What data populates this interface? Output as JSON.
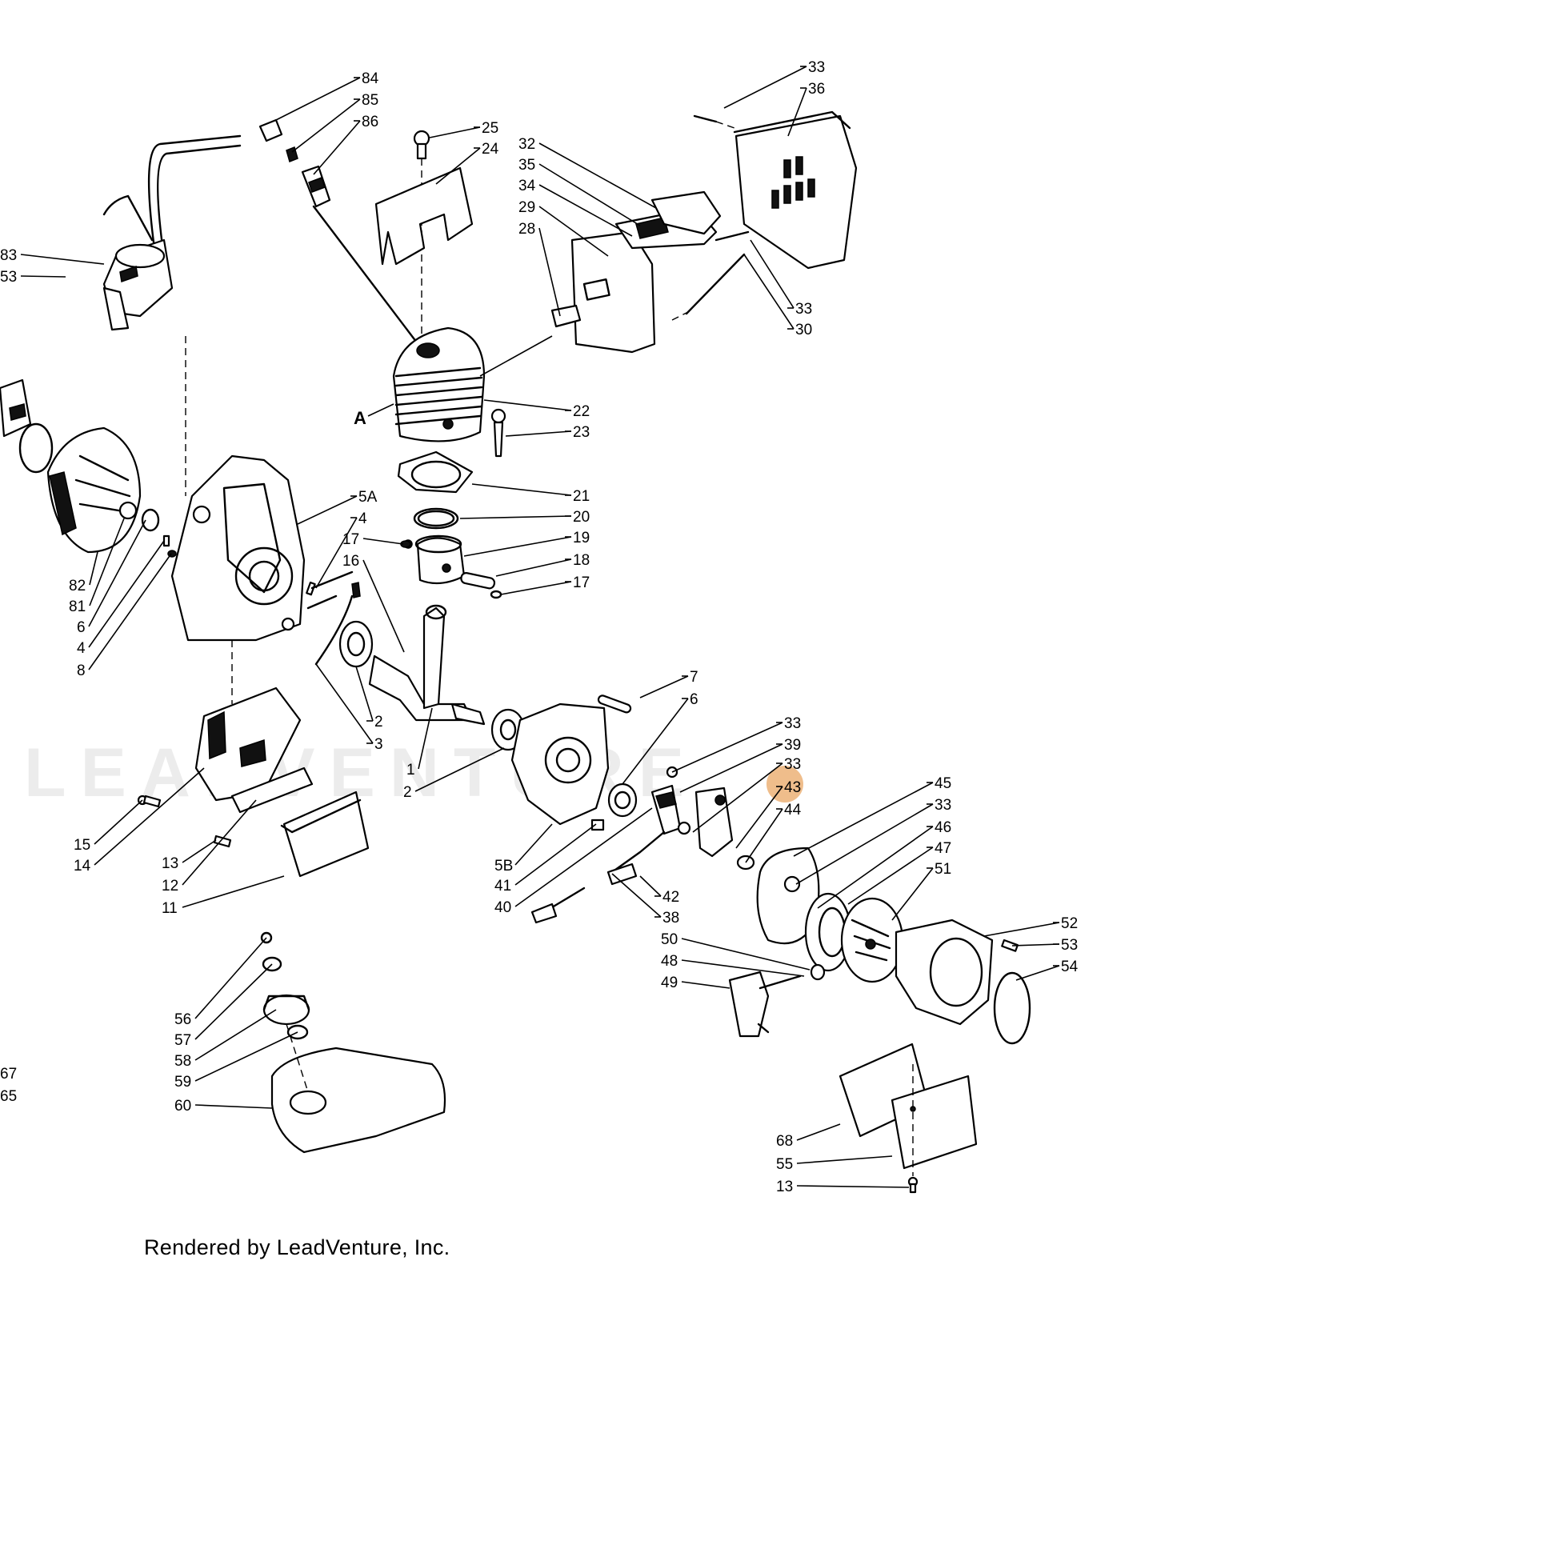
{
  "diagram": {
    "caption": "Rendered by LeadVenture, Inc.",
    "watermark": "LEADVENTURE",
    "letter_a": "A",
    "highlight": {
      "color": "#E8A15A",
      "part": "43"
    },
    "callouts": [
      {
        "id": "84",
        "text": "84"
      },
      {
        "id": "85",
        "text": "85"
      },
      {
        "id": "86",
        "text": "86"
      },
      {
        "id": "25",
        "text": "25"
      },
      {
        "id": "24",
        "text": "24"
      },
      {
        "id": "33a",
        "text": "33"
      },
      {
        "id": "36",
        "text": "36"
      },
      {
        "id": "32",
        "text": "32"
      },
      {
        "id": "35",
        "text": "35"
      },
      {
        "id": "34",
        "text": "34"
      },
      {
        "id": "29",
        "text": "29"
      },
      {
        "id": "28",
        "text": "28"
      },
      {
        "id": "33b",
        "text": "33"
      },
      {
        "id": "30",
        "text": "30"
      },
      {
        "id": "83",
        "text": "83"
      },
      {
        "id": "53a",
        "text": "53"
      },
      {
        "id": "22",
        "text": "22"
      },
      {
        "id": "23",
        "text": "23"
      },
      {
        "id": "21",
        "text": "21"
      },
      {
        "id": "20",
        "text": "20"
      },
      {
        "id": "19",
        "text": "19"
      },
      {
        "id": "18",
        "text": "18"
      },
      {
        "id": "17a",
        "text": "17"
      },
      {
        "id": "17b",
        "text": "17"
      },
      {
        "id": "16",
        "text": "16"
      },
      {
        "id": "5A",
        "text": "5A"
      },
      {
        "id": "4a",
        "text": "4"
      },
      {
        "id": "82",
        "text": "82"
      },
      {
        "id": "81",
        "text": "81"
      },
      {
        "id": "6a",
        "text": "6"
      },
      {
        "id": "4b",
        "text": "4"
      },
      {
        "id": "8",
        "text": "8"
      },
      {
        "id": "2a",
        "text": "2"
      },
      {
        "id": "3",
        "text": "3"
      },
      {
        "id": "1",
        "text": "1"
      },
      {
        "id": "2b",
        "text": "2"
      },
      {
        "id": "7",
        "text": "7"
      },
      {
        "id": "6b",
        "text": "6"
      },
      {
        "id": "33c",
        "text": "33"
      },
      {
        "id": "39",
        "text": "39"
      },
      {
        "id": "33d",
        "text": "33"
      },
      {
        "id": "43",
        "text": "43"
      },
      {
        "id": "44",
        "text": "44"
      },
      {
        "id": "45",
        "text": "45"
      },
      {
        "id": "33e",
        "text": "33"
      },
      {
        "id": "46",
        "text": "46"
      },
      {
        "id": "47",
        "text": "47"
      },
      {
        "id": "51",
        "text": "51"
      },
      {
        "id": "15",
        "text": "15"
      },
      {
        "id": "14",
        "text": "14"
      },
      {
        "id": "13a",
        "text": "13"
      },
      {
        "id": "12",
        "text": "12"
      },
      {
        "id": "11",
        "text": "11"
      },
      {
        "id": "5B",
        "text": "5B"
      },
      {
        "id": "41",
        "text": "41"
      },
      {
        "id": "40",
        "text": "40"
      },
      {
        "id": "42",
        "text": "42"
      },
      {
        "id": "38",
        "text": "38"
      },
      {
        "id": "50",
        "text": "50"
      },
      {
        "id": "48",
        "text": "48"
      },
      {
        "id": "49",
        "text": "49"
      },
      {
        "id": "52",
        "text": "52"
      },
      {
        "id": "53b",
        "text": "53"
      },
      {
        "id": "54",
        "text": "54"
      },
      {
        "id": "56",
        "text": "56"
      },
      {
        "id": "57",
        "text": "57"
      },
      {
        "id": "58",
        "text": "58"
      },
      {
        "id": "59",
        "text": "59"
      },
      {
        "id": "60",
        "text": "60"
      },
      {
        "id": "67",
        "text": "67"
      },
      {
        "id": "65",
        "text": "65"
      },
      {
        "id": "68",
        "text": "68"
      },
      {
        "id": "55",
        "text": "55"
      },
      {
        "id": "13b",
        "text": "13"
      }
    ]
  }
}
